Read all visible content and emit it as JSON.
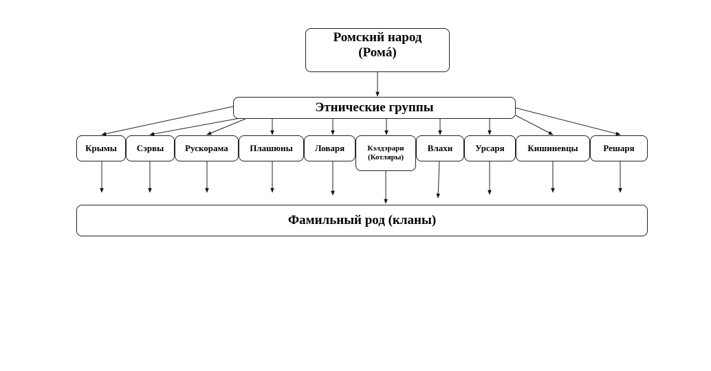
{
  "root": {
    "line1": "Ромский народ",
    "line2": "(Ромá)"
  },
  "groups_label": "Этнические группы",
  "ethnic_groups": [
    {
      "label": "Крымы"
    },
    {
      "label": "Сэрвы"
    },
    {
      "label": "Рускорама"
    },
    {
      "label": "Плашюны"
    },
    {
      "label": "Ловаря"
    },
    {
      "label": "Кэлдэрари",
      "sublabel": "(Котляры)"
    },
    {
      "label": "Влахи"
    },
    {
      "label": "Урсаря"
    },
    {
      "label": "Кишиневцы"
    },
    {
      "label": "Решаря"
    }
  ],
  "clan_label": "Фамильный род (кланы)"
}
